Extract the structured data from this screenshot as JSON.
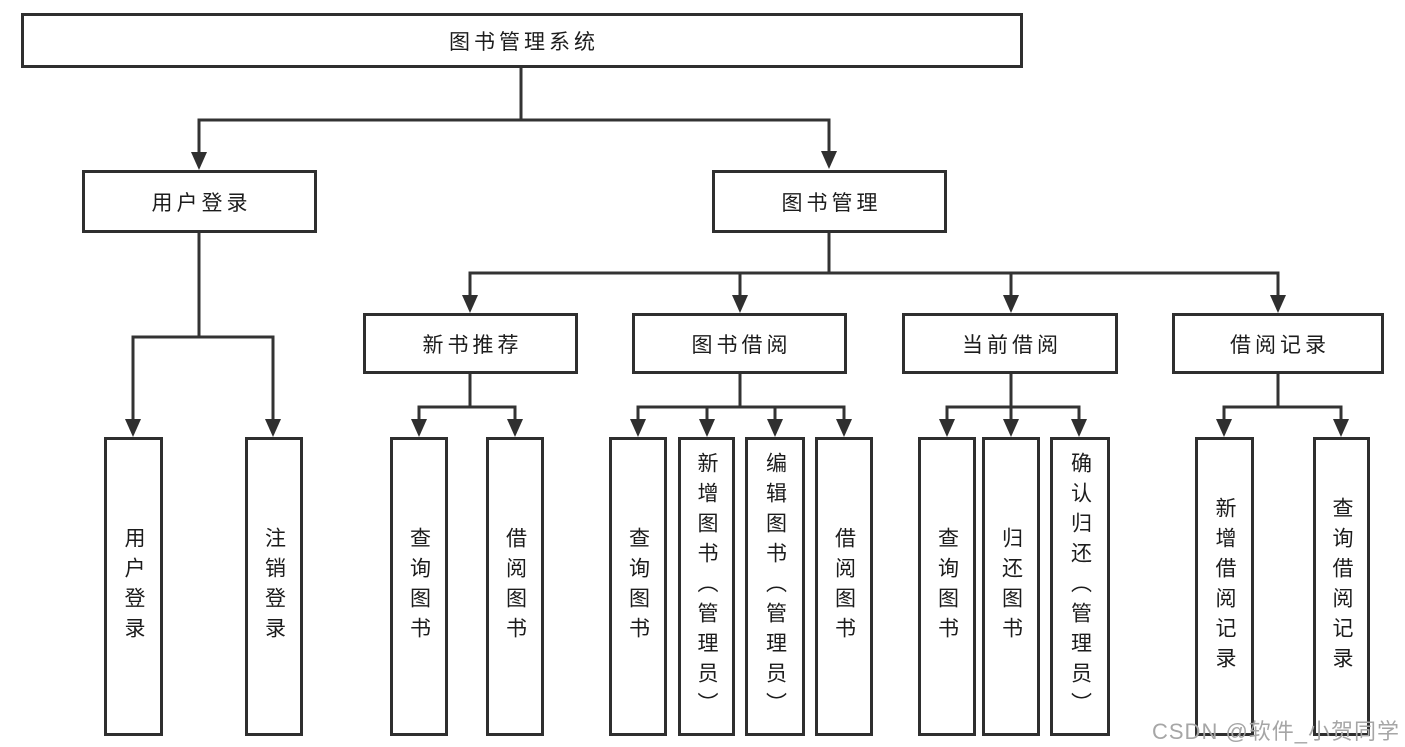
{
  "diagram_type": "tree",
  "root": {
    "label": "图书管理系统",
    "children": [
      {
        "label": "用户登录",
        "children": [
          {
            "label": "用户登录"
          },
          {
            "label": "注销登录"
          }
        ]
      },
      {
        "label": "图书管理",
        "children": [
          {
            "label": "新书推荐",
            "children": [
              {
                "label": "查询图书"
              },
              {
                "label": "借阅图书"
              }
            ]
          },
          {
            "label": "图书借阅",
            "children": [
              {
                "label": "查询图书"
              },
              {
                "label": "新增图书（管理员）"
              },
              {
                "label": "编辑图书（管理员）"
              },
              {
                "label": "借阅图书"
              }
            ]
          },
          {
            "label": "当前借阅",
            "children": [
              {
                "label": "查询图书"
              },
              {
                "label": "归还图书"
              },
              {
                "label": "确认归还（管理员）"
              }
            ]
          },
          {
            "label": "借阅记录",
            "children": [
              {
                "label": "新增借阅记录"
              },
              {
                "label": "查询借阅记录"
              }
            ]
          }
        ]
      }
    ]
  },
  "watermark": {
    "text": "CSDN @软件_小贺同学"
  },
  "colors": {
    "line": "#333333",
    "box_border": "#2f2f2f",
    "text": "#1c1c1c",
    "watermark": "#a6a6a6",
    "background": "#ffffff"
  }
}
